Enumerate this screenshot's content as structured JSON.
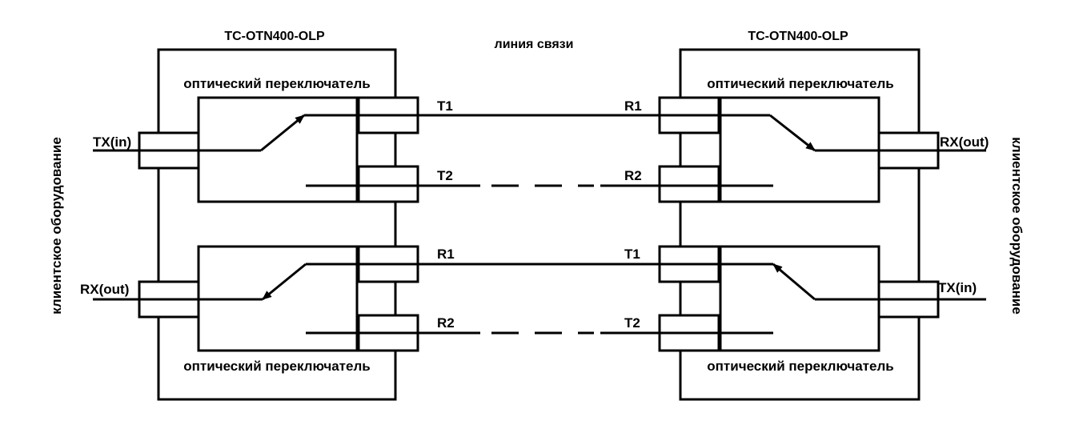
{
  "device_left": {
    "title": "TC-OTN400-OLP"
  },
  "device_right": {
    "title": "TC-OTN400-OLP"
  },
  "line_label": "линия связи",
  "switch_label": "оптический переключатель",
  "client_left": "клиентское оборудование",
  "client_right": "клиентское оборудование",
  "ports": {
    "left_top_in": "TX(in)",
    "left_bottom_out": "RX(out)",
    "right_top_out": "RX(out)",
    "right_bottom_in": "TX(in)",
    "lt_t1": "T1",
    "lt_t2": "T2",
    "rt_r1": "R1",
    "rt_r2": "R2",
    "lb_r1": "R1",
    "lb_r2": "R2",
    "rb_t1": "T1",
    "rb_t2": "T2"
  }
}
